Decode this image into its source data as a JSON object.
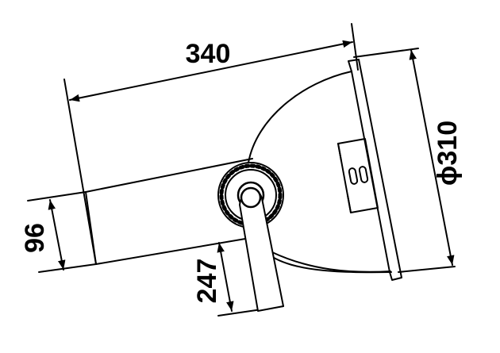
{
  "dimensions": {
    "length": "340",
    "diameter": "ϕ310",
    "body_height": "96",
    "bracket_height": "247"
  },
  "colors": {
    "line": "#000000",
    "background": "#ffffff"
  }
}
